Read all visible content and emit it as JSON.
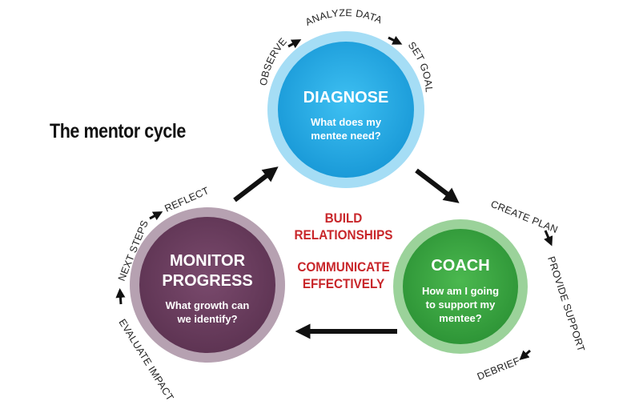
{
  "title": "The mentor cycle",
  "center": {
    "line1": "BUILD",
    "line2": "RELATIONSHIPS",
    "line3": "COMMUNICATE",
    "line4": "EFFECTIVELY"
  },
  "colors": {
    "diagnose": "#1fa8e3",
    "coach": "#3aa843",
    "monitor": "#6c3e60",
    "accent_red": "#c8262a",
    "arrow": "#111111"
  },
  "stages": {
    "diagnose": {
      "title": "DIAGNOSE",
      "sub1": "What does my",
      "sub2": "mentee need?"
    },
    "coach": {
      "title": "COACH",
      "sub1": "How am I going",
      "sub2": "to support my",
      "sub3": "mentee?"
    },
    "monitor": {
      "title1": "MONITOR",
      "title2": "PROGRESS",
      "sub1": "What growth can",
      "sub2": "we identify?"
    }
  },
  "steps": {
    "diagnose": [
      "OBSERVE",
      "ANALYZE DATA",
      "SET GOALS"
    ],
    "coach": [
      "CREATE PLAN",
      "PROVIDE SUPPORT",
      "DEBRIEF"
    ],
    "monitor": [
      "EVALUATE IMPACT",
      "NEXT STEPS",
      "REFLECT"
    ]
  }
}
